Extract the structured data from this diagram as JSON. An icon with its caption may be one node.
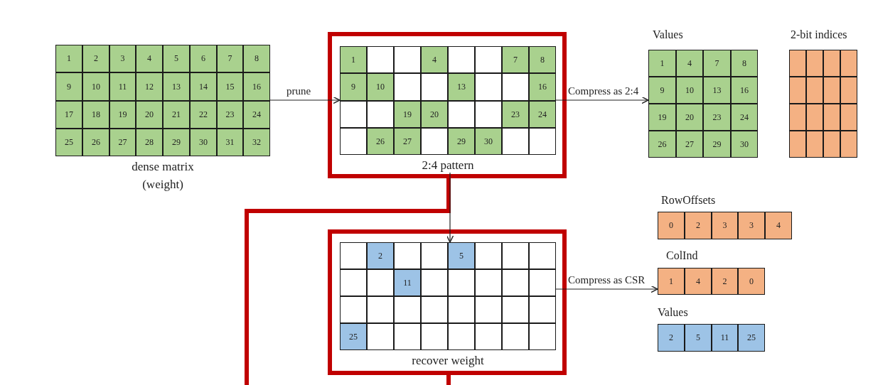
{
  "diagram": {
    "nodes": [
      {
        "text": [
          "dense matrix (weight)"
        ]
      },
      {
        "text": [
          "1"
        ],
        "in": 0
      },
      {
        "text": [
          "2"
        ],
        "in": 0
      },
      {
        "text": [
          "3"
        ],
        "in": 0
      },
      {
        "text": [
          "4"
        ],
        "in": 0
      },
      {
        "text": [
          "5"
        ],
        "in": 0
      },
      {
        "text": [
          "6"
        ],
        "in": 0
      },
      {
        "text": [
          "7"
        ],
        "in": 0
      },
      {
        "text": [
          "8"
        ],
        "in": 0
      },
      {
        "text": [
          "9"
        ],
        "in": 0
      },
      {
        "text": [
          "10"
        ],
        "in": 0
      },
      {
        "text": [
          "11"
        ],
        "in": 0
      },
      {
        "text": [
          "12"
        ],
        "in": 0
      },
      {
        "text": [
          "13"
        ],
        "in": 0
      },
      {
        "text": [
          "14"
        ],
        "in": 0
      },
      {
        "text": [
          "15"
        ],
        "in": 0
      },
      {
        "text": [
          "16"
        ],
        "in": 0
      },
      {
        "text": [
          "17"
        ],
        "in": 0
      },
      {
        "text": [
          "18"
        ],
        "in": 0
      },
      {
        "text": [
          "19"
        ],
        "in": 0
      },
      {
        "text": [
          "20"
        ],
        "in": 0
      },
      {
        "text": [
          "21"
        ],
        "in": 0
      },
      {
        "text": [
          "22"
        ],
        "in": 0
      },
      {
        "text": [
          "23"
        ],
        "in": 0
      },
      {
        "text": [
          "24"
        ],
        "in": 0
      },
      {
        "text": [
          "25"
        ],
        "in": 0
      },
      {
        "text": [
          "26"
        ],
        "in": 0
      },
      {
        "text": [
          "27"
        ],
        "in": 0
      },
      {
        "text": [
          "28"
        ],
        "in": 0
      },
      {
        "text": [
          "29"
        ],
        "in": 0
      },
      {
        "text": [
          "30"
        ],
        "in": 0
      },
      {
        "text": [
          "31"
        ],
        "in": 0
      },
      {
        "text": [
          "32"
        ],
        "in": 0
      },
      {
        "text": [
          "2:4 pattern"
        ]
      },
      {
        "text": [
          "1"
        ],
        "in": 33
      },
      {
        "text": [],
        "shape": "box",
        "in": 33
      },
      {
        "text": [],
        "shape": "box",
        "in": 33
      },
      {
        "text": [
          "4"
        ],
        "in": 33
      },
      {
        "text": [],
        "shape": "box",
        "in": 33
      },
      {
        "text": [],
        "shape": "box",
        "in": 33
      },
      {
        "text": [
          "7"
        ],
        "in": 33
      },
      {
        "text": [
          "8"
        ],
        "in": 33
      },
      {
        "text": [
          "9"
        ],
        "in": 33
      },
      {
        "text": [
          "10"
        ],
        "in": 33
      },
      {
        "text": [],
        "shape": "box",
        "in": 33
      },
      {
        "text": [],
        "shape": "box",
        "in": 33
      },
      {
        "text": [
          "13"
        ],
        "in": 33
      },
      {
        "text": [],
        "shape": "box",
        "in": 33
      },
      {
        "text": [],
        "shape": "box",
        "in": 33
      },
      {
        "text": [
          "16"
        ],
        "in": 33
      },
      {
        "text": [],
        "shape": "box",
        "in": 33
      },
      {
        "text": [],
        "shape": "box",
        "in": 33
      },
      {
        "text": [
          "19"
        ],
        "in": 33
      },
      {
        "text": [
          "20"
        ],
        "in": 33
      },
      {
        "text": [],
        "shape": "box",
        "in": 33
      },
      {
        "text": [],
        "shape": "box",
        "in": 33
      },
      {
        "text": [
          "23"
        ],
        "in": 33
      },
      {
        "text": [
          "24"
        ],
        "in": 33
      },
      {
        "text": [],
        "shape": "box",
        "in": 33
      },
      {
        "text": [
          "26"
        ],
        "in": 33
      },
      {
        "text": [
          "27"
        ],
        "in": 33
      },
      {
        "text": [],
        "shape": "box",
        "in": 33
      },
      {
        "text": [
          "29"
        ],
        "in": 33
      },
      {
        "text": [
          "30"
        ],
        "in": 33
      },
      {
        "text": [],
        "shape": "box",
        "in": 33
      },
      {
        "text": [],
        "shape": "box",
        "in": 33
      },
      {
        "text": [
          "Values"
        ]
      },
      {
        "text": [
          "1"
        ],
        "in": 66
      },
      {
        "text": [
          "4"
        ],
        "in": 66
      },
      {
        "text": [
          "7"
        ],
        "in": 66
      },
      {
        "text": [
          "8"
        ],
        "in": 66
      },
      {
        "text": [
          "9"
        ],
        "in": 66
      },
      {
        "text": [
          "10"
        ],
        "in": 66
      },
      {
        "text": [
          "13"
        ],
        "in": 66
      },
      {
        "text": [
          "16"
        ],
        "in": 66
      },
      {
        "text": [
          "19"
        ],
        "in": 66
      },
      {
        "text": [
          "20"
        ],
        "in": 66
      },
      {
        "text": [
          "23"
        ],
        "in": 66
      },
      {
        "text": [
          "24"
        ],
        "in": 66
      },
      {
        "text": [
          "26"
        ],
        "in": 66
      },
      {
        "text": [
          "27"
        ],
        "in": 66
      },
      {
        "text": [
          "29"
        ],
        "in": 66
      },
      {
        "text": [
          "30"
        ],
        "in": 66
      },
      {
        "text": [
          "2-bit indices"
        ]
      },
      {
        "text": [],
        "shape": "box",
        "in": 83
      },
      {
        "text": [],
        "shape": "box",
        "in": 83
      },
      {
        "text": [],
        "shape": "box",
        "in": 83
      },
      {
        "text": [],
        "shape": "box",
        "in": 83
      },
      {
        "text": [],
        "shape": "box",
        "in": 83
      },
      {
        "text": [],
        "shape": "box",
        "in": 83
      },
      {
        "text": [],
        "shape": "box",
        "in": 83
      },
      {
        "text": [],
        "shape": "box",
        "in": 83
      },
      {
        "text": [],
        "shape": "box",
        "in": 83
      },
      {
        "text": [],
        "shape": "box",
        "in": 83
      },
      {
        "text": [],
        "shape": "box",
        "in": 83
      },
      {
        "text": [],
        "shape": "box",
        "in": 83
      },
      {
        "text": [],
        "shape": "box",
        "in": 83
      },
      {
        "text": [],
        "shape": "box",
        "in": 83
      },
      {
        "text": [],
        "shape": "box",
        "in": 83
      },
      {
        "text": [],
        "shape": "box",
        "in": 83
      },
      {
        "text": [
          "recover weight"
        ]
      },
      {
        "text": [],
        "shape": "box",
        "in": 100
      },
      {
        "text": [
          "2"
        ],
        "in": 100
      },
      {
        "text": [],
        "shape": "box",
        "in": 100
      },
      {
        "text": [],
        "shape": "box",
        "in": 100
      },
      {
        "text": [
          "5"
        ],
        "in": 100
      },
      {
        "text": [],
        "shape": "box",
        "in": 100
      },
      {
        "text": [],
        "shape": "box",
        "in": 100
      },
      {
        "text": [],
        "shape": "box",
        "in": 100
      },
      {
        "text": [],
        "shape": "box",
        "in": 100
      },
      {
        "text": [],
        "shape": "box",
        "in": 100
      },
      {
        "text": [
          "11"
        ],
        "in": 100
      },
      {
        "text": [],
        "shape": "box",
        "in": 100
      },
      {
        "text": [],
        "shape": "box",
        "in": 100
      },
      {
        "text": [],
        "shape": "box",
        "in": 100
      },
      {
        "text": [],
        "shape": "box",
        "in": 100
      },
      {
        "text": [],
        "shape": "box",
        "in": 100
      },
      {
        "text": [],
        "shape": "box",
        "in": 100
      },
      {
        "text": [],
        "shape": "box",
        "in": 100
      },
      {
        "text": [],
        "shape": "box",
        "in": 100
      },
      {
        "text": [],
        "shape": "box",
        "in": 100
      },
      {
        "text": [],
        "shape": "box",
        "in": 100
      },
      {
        "text": [],
        "shape": "box",
        "in": 100
      },
      {
        "text": [],
        "shape": "box",
        "in": 100
      },
      {
        "text": [],
        "shape": "box",
        "in": 100
      },
      {
        "text": [
          "25"
        ],
        "in": 100
      },
      {
        "text": [],
        "shape": "box",
        "in": 100
      },
      {
        "text": [],
        "shape": "box",
        "in": 100
      },
      {
        "text": [],
        "shape": "box",
        "in": 100
      },
      {
        "text": [],
        "shape": "box",
        "in": 100
      },
      {
        "text": [],
        "shape": "box",
        "in": 100
      },
      {
        "text": [],
        "shape": "box",
        "in": 100
      },
      {
        "text": [],
        "shape": "box",
        "in": 100
      },
      {
        "text": [
          "RowOffsets"
        ]
      },
      {
        "text": [
          "0"
        ],
        "in": 133
      },
      {
        "text": [
          "2"
        ],
        "in": 133
      },
      {
        "text": [
          "3"
        ],
        "in": 133
      },
      {
        "text": [
          "3"
        ],
        "in": 133
      },
      {
        "text": [
          "4"
        ],
        "in": 133
      },
      {
        "text": [
          "ColInd"
        ]
      },
      {
        "text": [
          "1"
        ],
        "in": 139
      },
      {
        "text": [
          "4"
        ],
        "in": 139
      },
      {
        "text": [
          "2"
        ],
        "in": 139
      },
      {
        "text": [
          "0"
        ],
        "in": 139
      },
      {
        "text": [
          "Values"
        ]
      },
      {
        "text": [
          "2"
        ],
        "in": 144
      },
      {
        "text": [
          "5"
        ],
        "in": 144
      },
      {
        "text": [
          "11"
        ],
        "in": 144
      },
      {
        "text": [
          "25"
        ],
        "in": 144
      }
    ],
    "edges": [
      {
        "from": 0,
        "to": 33,
        "arrow": "to",
        "label": "prune"
      },
      {
        "from": 33,
        "to": 66,
        "arrow": "to",
        "label": "Compress as 2:4"
      },
      {
        "from": 33,
        "to": 100,
        "arrow": "to"
      },
      {
        "from": 100,
        "to": 139,
        "arrow": "to",
        "label": "Compress as CSR"
      }
    ]
  }
}
